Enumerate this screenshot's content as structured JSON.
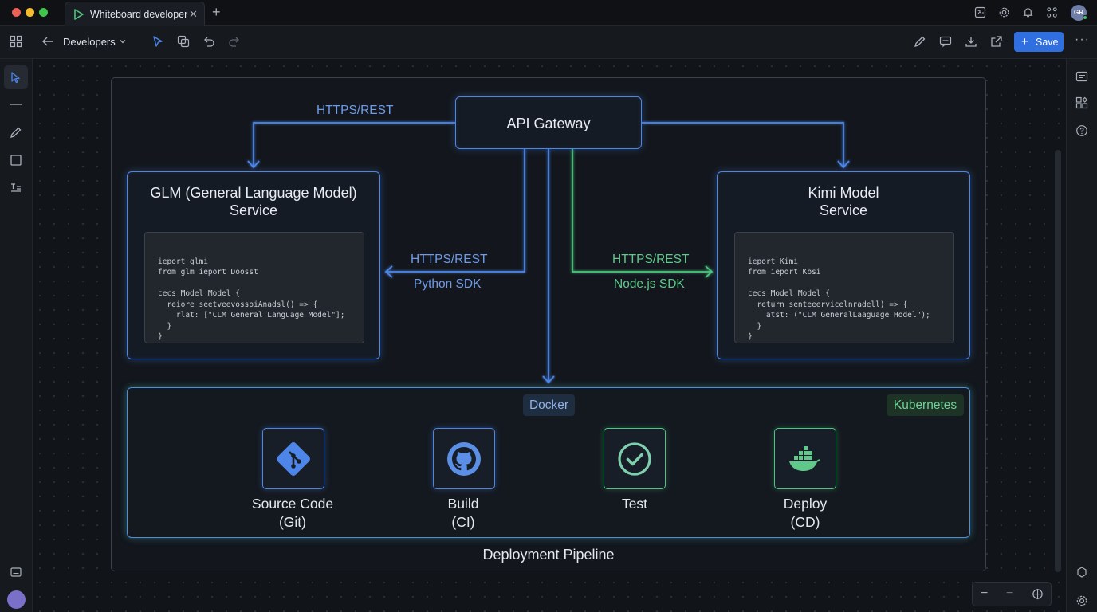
{
  "window": {
    "tab_title": "Whiteboard developer",
    "avatar_initials": "GR"
  },
  "toolbar": {
    "breadcrumb": "Developers",
    "save_label": "Save",
    "icons": [
      "grid-icon",
      "back-arrow-icon",
      "select-icon",
      "frame-icon",
      "undo-icon",
      "redo-icon",
      "pen-icon",
      "comment-icon",
      "download-icon",
      "share-icon",
      "more-icon"
    ]
  },
  "diagram": {
    "gateway": "API Gateway",
    "glm_title_line1": "GLM (General Language Model)",
    "glm_title_line2": "Service",
    "kimi_title_line1": "Kimi Model",
    "kimi_title_line2": "Service",
    "glm_code": [
      "ieport glmi",
      "from glm ieport Doosst",
      "",
      "cecs Model Model {",
      "  reiore seetveevossoiAnadsl() => {",
      "    rlat: [\"CLM General Language Model\"];",
      "  }",
      "}"
    ],
    "kimi_code": [
      "ieport Kimi",
      "from ieport Kbsi",
      "",
      "cecs Model Model {",
      "  return senteeervicelnradell) => {",
      "    atst: (\"CLM GeneralLaaguage Hodel\");",
      "  }",
      "}"
    ],
    "conn_top": "HTTPS/REST",
    "conn_left_proto": "HTTPS/REST",
    "conn_left_sdk": "Python SDK",
    "conn_right_proto": "HTTPS/REST",
    "conn_right_sdk": "Node.js SDK",
    "docker": "Docker",
    "kubernetes": "Kubernetes",
    "stages": [
      {
        "line1": "Source Code",
        "line2": "(Git)"
      },
      {
        "line1": "Build",
        "line2": "(CI)"
      },
      {
        "line1": "Test",
        "line2": ""
      },
      {
        "line1": "Deploy",
        "line2": "(CD)"
      }
    ],
    "pipeline_title": "Deployment Pipeline"
  },
  "colors": {
    "accent_blue": "#4d86e8",
    "accent_green": "#4cc67e",
    "save_button": "#2f6fe0"
  }
}
